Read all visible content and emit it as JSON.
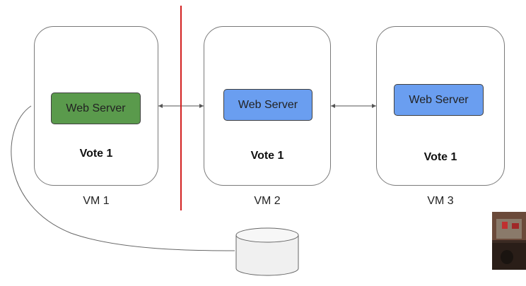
{
  "vms": [
    {
      "vm_label": "VM 1",
      "server_label": "Web Server",
      "vote_label": "Vote 1",
      "server_color": "green"
    },
    {
      "vm_label": "VM 2",
      "server_label": "Web Server",
      "vote_label": "Vote 1",
      "server_color": "blue"
    },
    {
      "vm_label": "VM 3",
      "server_label": "Web Server",
      "vote_label": "Vote 1",
      "server_color": "blue"
    }
  ],
  "colors": {
    "partition_line": "#d32020",
    "active_server": "#5a9a4c",
    "standby_server": "#6a9ef0",
    "database": "#f0f0f0"
  },
  "icons": [
    "database-icon",
    "mouse-cursor-icon",
    "webcam-thumbnail"
  ]
}
